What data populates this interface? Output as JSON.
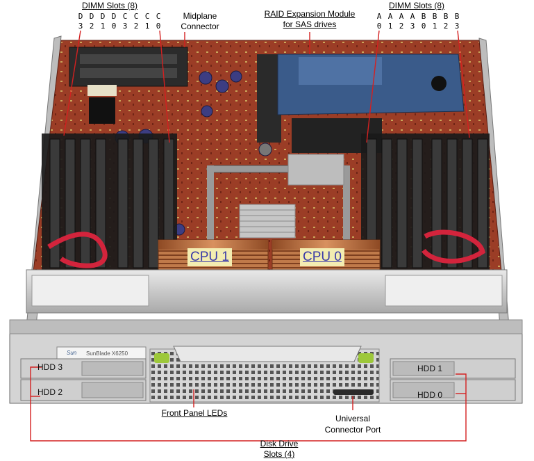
{
  "labels": {
    "dimm_left": "DIMM Slots (8)",
    "dimm_right": "DIMM Slots (8)",
    "midplane_l1": "Midplane",
    "midplane_l2": "Connector",
    "raid_l1": "RAID Expansion Module",
    "raid_l2": "for SAS drives",
    "front_led": "Front Panel LEDs",
    "ucp_l1": "Universal",
    "ucp_l2": "Connector Port",
    "disk_l1": "Disk Drive",
    "disk_l2": "Slots (4)"
  },
  "dimm_left_slots": [
    {
      "letter": "D",
      "num": "3"
    },
    {
      "letter": "D",
      "num": "2"
    },
    {
      "letter": "D",
      "num": "1"
    },
    {
      "letter": "D",
      "num": "0"
    },
    {
      "letter": "C",
      "num": "3"
    },
    {
      "letter": "C",
      "num": "2"
    },
    {
      "letter": "C",
      "num": "1"
    },
    {
      "letter": "C",
      "num": "0"
    }
  ],
  "dimm_right_slots": [
    {
      "letter": "A",
      "num": "0"
    },
    {
      "letter": "A",
      "num": "1"
    },
    {
      "letter": "A",
      "num": "2"
    },
    {
      "letter": "A",
      "num": "3"
    },
    {
      "letter": "B",
      "num": "0"
    },
    {
      "letter": "B",
      "num": "1"
    },
    {
      "letter": "B",
      "num": "2"
    },
    {
      "letter": "B",
      "num": "3"
    }
  ],
  "cpus": {
    "cpu1": "CPU 1",
    "cpu0": "CPU 0"
  },
  "hdds": {
    "hdd3": "HDD 3",
    "hdd2": "HDD 2",
    "hdd1": "HDD 1",
    "hdd0": "HDD 0"
  },
  "bezel": {
    "brand": "Sun",
    "model": "SunBlade X6250"
  },
  "colors": {
    "callout": "#d42020",
    "pcb": "#9a3b25",
    "copper": "#c9784a",
    "chassis": "#c8c8c8",
    "cpu_label_bg": "#f3edb1",
    "cpu_label_text": "#3a3aa8"
  }
}
